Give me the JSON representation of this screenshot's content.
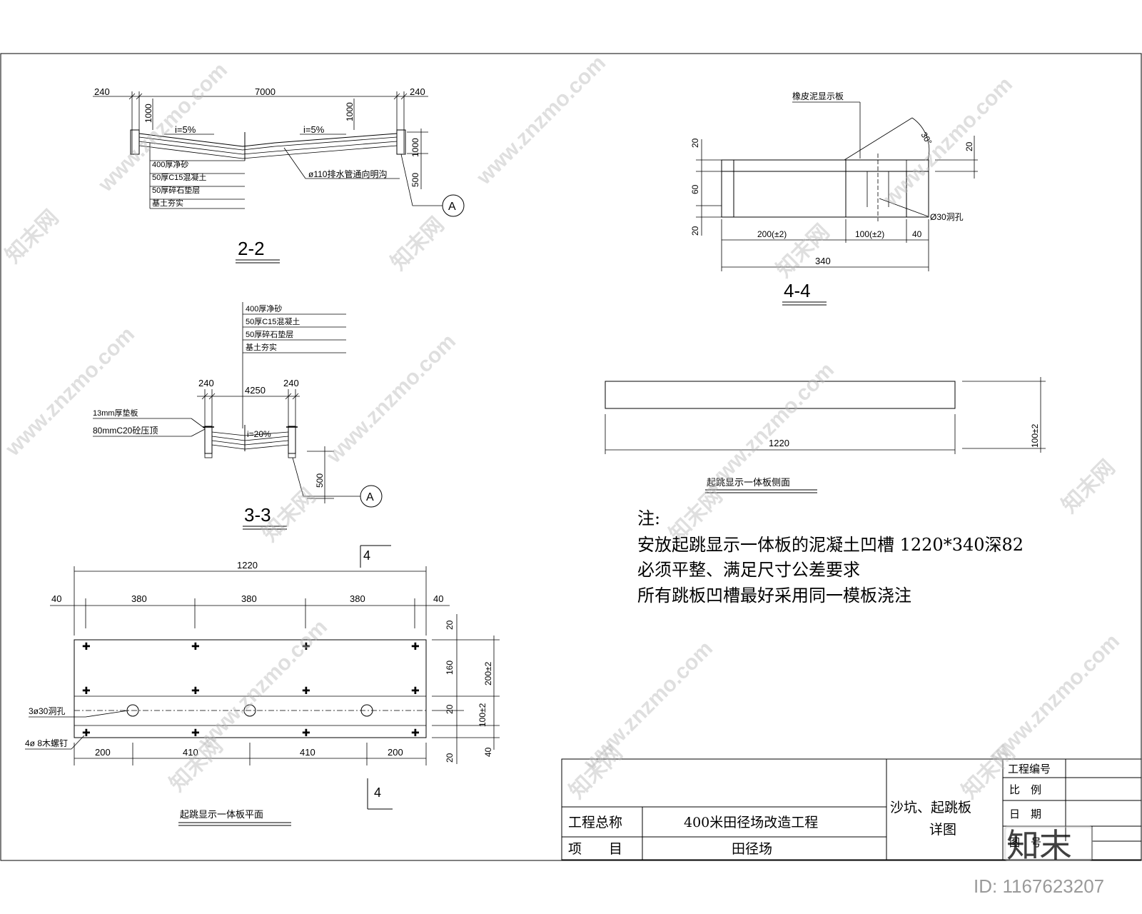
{
  "section_2_2": {
    "title": "2-2",
    "dim_left": "240",
    "dim_span": "7000",
    "dim_right": "240",
    "dim_h_left": "1000",
    "dim_h_mid": "1000",
    "dim_h_right": "1000",
    "dim_depth": "500",
    "slope_left": "i=5%",
    "slope_right": "i=5%",
    "layers": [
      "400厚净砂",
      "50厚C15混凝土",
      "50厚碎石垫层",
      "基土夯实"
    ],
    "drain_note": "ø110排水管通向明沟",
    "ref_mark": "A"
  },
  "section_3_3": {
    "title": "3-3",
    "layers": [
      "400厚净砂",
      "50厚C15混凝土",
      "50厚碎石垫层",
      "基土夯实"
    ],
    "dim_left": "240",
    "dim_span": "4250",
    "dim_right": "240",
    "slope": "i=20%",
    "note_1": "13mm厚垫板",
    "note_2": "80mmC20砼压顶",
    "dim_depth": "500",
    "ref_mark": "A"
  },
  "section_4_4": {
    "title": "4-4",
    "label_top": "橡皮泥显示板",
    "angle": "30°",
    "dim_v": [
      "20",
      "60",
      "20"
    ],
    "dim_right": "20",
    "hole_note": "Ø30洞孔",
    "dim_b1": "200(±2)",
    "dim_b2": "100(±2)",
    "dim_b3": "40",
    "dim_total": "340"
  },
  "side_view": {
    "dim_len": "1220",
    "dim_h": "100±2",
    "caption": "起跳显示一体板侧面"
  },
  "notes": {
    "title": "注:",
    "lines": [
      "安放起跳显示一体板的泥凝土凹槽 1220*340深82",
      "必须平整、满足尺寸公差要求",
      "所有跳板凹槽最好采用同一模板浇注"
    ]
  },
  "plan_view": {
    "cut_mark": "4",
    "dim_total": "1220",
    "dim_top": [
      "40",
      "380",
      "380",
      "380",
      "40"
    ],
    "dim_bottom": [
      "200",
      "410",
      "410",
      "200"
    ],
    "dim_right_a": [
      "20",
      "160",
      "20",
      "20"
    ],
    "dim_right_b1": "200±2",
    "dim_right_b2": "100±2",
    "dim_right_b3": "40",
    "hole_note": "3ø30洞孔",
    "screw_note": "4ø 8木螺钉",
    "caption": "起跳显示一体板平面"
  },
  "title_block": {
    "label_project": "工程总称",
    "value_project": "400米田径场改造工程",
    "label_item": "项　　目",
    "value_item": "田径场",
    "drawing_name_1": "沙坑、起跳板",
    "drawing_name_2": "详图",
    "field_no": "工程编号",
    "field_scale": "比　例",
    "field_date": "日　期",
    "field_sheet": "图　号"
  },
  "watermark": {
    "site": "www.znzmo.com",
    "brand": "知末网",
    "logo": "知末",
    "id": "ID: 1167623207"
  }
}
